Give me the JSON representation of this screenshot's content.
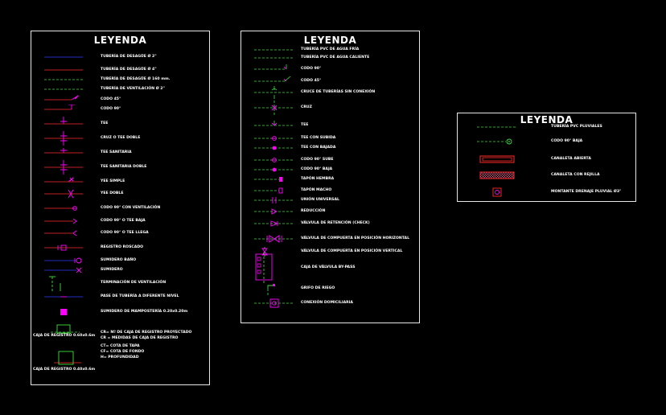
{
  "panel1": {
    "title": "LEYENDA",
    "items": [
      {
        "label": "TUBERÍA DE DESAGÜE Ø 2\"",
        "sym": "line-blue"
      },
      {
        "label": "TUBERÍA DE DESAGÜE Ø 4\"",
        "sym": "line-red"
      },
      {
        "label": "TUBERÍA DE DESAGÜE Ø 160 mm.",
        "sym": "line-green-dash"
      },
      {
        "label": "TUBERÍA DE VENTILACIÓN Ø 2\"",
        "sym": "line-green-dash"
      },
      {
        "label": "CODO 45°",
        "sym": "elbow45"
      },
      {
        "label": "CODO 90°",
        "sym": "elbow90"
      },
      {
        "label": "TEE",
        "sym": "tee"
      },
      {
        "label": "CRUZ O TEE DOBLE",
        "sym": "cross"
      },
      {
        "label": "TEE SANITARIA",
        "sym": "tee-san"
      },
      {
        "label": "TEE SANITARIA DOBLE",
        "sym": "tee-san-dbl"
      },
      {
        "label": "YEE SIMPLE",
        "sym": "yee"
      },
      {
        "label": "YEE DOBLE",
        "sym": "yee-dbl"
      },
      {
        "label": "CODO 90° CON VENTILACIÓN",
        "sym": "elbow-vent"
      },
      {
        "label": "CODO 90° O TEE BAJA",
        "sym": "elbow-down"
      },
      {
        "label": "CODO 90° O TEE LLEGA",
        "sym": "elbow-up"
      },
      {
        "label": "REGISTRO ROSCADO",
        "sym": "register"
      },
      {
        "label": "SUMIDERO BAÑO",
        "sym": "drain-bath"
      },
      {
        "label": "SUMIDERO",
        "sym": "drain"
      },
      {
        "label": "TERMINACIÓN DE VENTILACIÓN",
        "sym": "vent-term"
      },
      {
        "label": "PASE DE TUBERÍA A DIFERENTE NIVEL",
        "sym": "pass-level"
      },
      {
        "label": "SUMIDERO DE MAMPOSTERÍA 0.20x0.20m",
        "sym": "sq-magenta"
      }
    ],
    "box1_caption": "CAJA DE REGISTRO 0.60x0.6m",
    "box2_caption": "CAJA DE REGISTRO 0.40x0.6m",
    "notes": [
      "CR= Nº DE CAJA DE REGISTRO PROYECTADO",
      "CR = MEDIDAS DE CAJA DE REGISTRO",
      "CT= COTA DE TAPA",
      "CF= COTA DE FONDO",
      "H= PROFUNDIDAD"
    ]
  },
  "panel2": {
    "title": "LEYENDA",
    "items": [
      {
        "label": "TUBERÍA PVC DE AGUA FRÍA",
        "sym": "line-green-dash"
      },
      {
        "label": "TUBERÍA PVC DE AGUA CALIENTE",
        "sym": "line-green-dash"
      },
      {
        "label": "CODO 90°",
        "sym": "w-elbow90"
      },
      {
        "label": "CODO 45°",
        "sym": "w-elbow45"
      },
      {
        "label": "CRUCE DE TUBERÍAS SIN CONEXIÓN",
        "sym": "w-crossing"
      },
      {
        "label": "CRUZ",
        "sym": "w-cross"
      },
      {
        "label": "TEE",
        "sym": "w-tee"
      },
      {
        "label": "TEE CON SUBIDA",
        "sym": "w-tee-up"
      },
      {
        "label": "TEE CON BAJADA",
        "sym": "w-tee-down"
      },
      {
        "label": "CODO 90° SUBE",
        "sym": "w-elbow-up"
      },
      {
        "label": "CODO 90° BAJA",
        "sym": "w-elbow-down"
      },
      {
        "label": "TAPÓN HEMBRA",
        "sym": "w-cap-f"
      },
      {
        "label": "TAPÓN MACHO",
        "sym": "w-cap-m"
      },
      {
        "label": "UNIÓN UNIVERSAL",
        "sym": "w-union"
      },
      {
        "label": "REDUCCIÓN",
        "sym": "w-reduction"
      },
      {
        "label": "VÁLVULA DE RETENCIÓN (CHECK)",
        "sym": "w-check"
      },
      {
        "label": "VÁLVULA DE COMPUERTA EN POSICIÓN HORIZONTAL",
        "sym": "w-gate-h"
      },
      {
        "label": "VÁLVULA DE COMPUERTA EN POSICIÓN VERTICAL",
        "sym": "w-gate-v"
      },
      {
        "label": "CAJA DE VÁLVULA BY-PASS",
        "sym": "w-bypass"
      },
      {
        "label": "GRIFO DE RIEGO",
        "sym": "w-faucet"
      },
      {
        "label": "CONEXIÓN DOMICILIARIA",
        "sym": "w-conn"
      }
    ]
  },
  "panel3": {
    "title": "LEYENDA",
    "items": [
      {
        "label": "TUBERÍA PVC PLUVIALES",
        "sym": "line-green-dash"
      },
      {
        "label": "CODO 90° BAJA",
        "sym": "p-elbow"
      },
      {
        "label": "CANALETA ABIERTA",
        "sym": "p-channel"
      },
      {
        "label": "CANALETA CON REJILLA",
        "sym": "p-grate"
      },
      {
        "label": "MONTANTE DRENAJE PLUVIAL Ø3\"",
        "sym": "p-riser"
      }
    ]
  },
  "colors": {
    "background": "#000000",
    "frame": "#e6e6e6",
    "text": "#ffffff",
    "pipe_blue": "#2f3cff",
    "pipe_red": "#ff2a2a",
    "pipe_green": "#3ce03c",
    "fitting_magenta": "#ff00ff",
    "fitting_pink": "#ff5aa0"
  }
}
